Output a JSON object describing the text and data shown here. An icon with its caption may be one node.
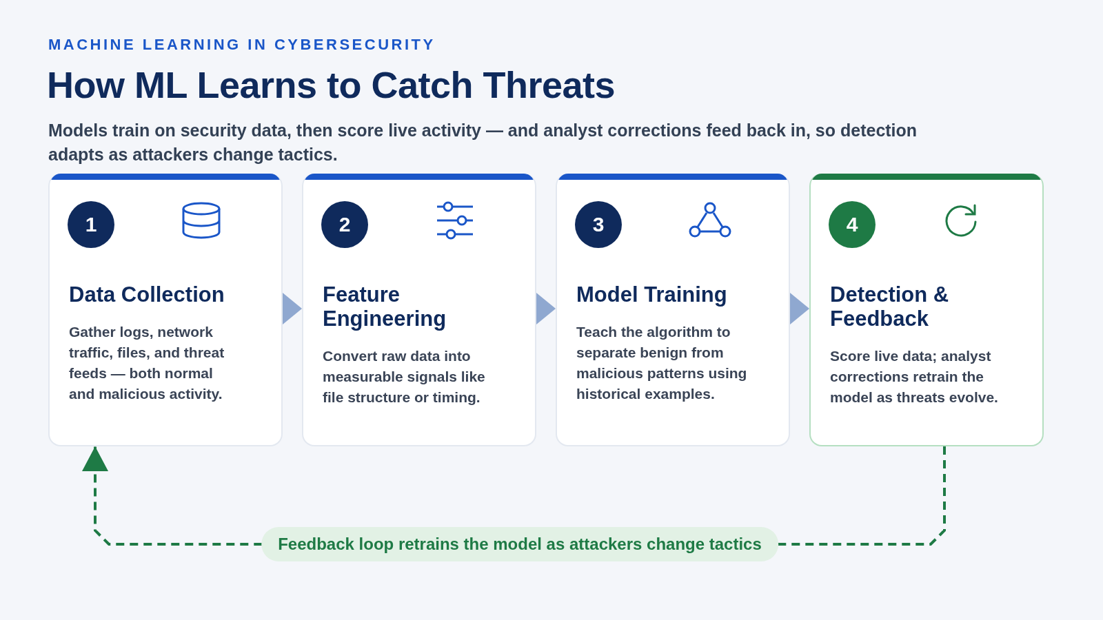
{
  "diagram": {
    "title": "How ML Learns to Catch Threats",
    "caption": "Models train on security data, then score live activity — and analyst corrections feed back in, so detection adapts as attackers change tactics.",
    "labels": [
      "MACHINE LEARNING IN CYBERSECURITY"
    ],
    "nodes": [
      {
        "text": [
          "Data Collection",
          "Gather logs, network traffic, files, and threat feeds — both normal and malicious activity."
        ]
      },
      {
        "text": [
          "1"
        ],
        "in": 0
      },
      {
        "text": [
          "Feature Engineering",
          "Convert raw data into measurable signals like file structure or timing."
        ]
      },
      {
        "text": [
          "2"
        ],
        "in": 2
      },
      {
        "text": [
          "Model Training",
          "Teach the algorithm to separate benign from malicious patterns using historical examples."
        ]
      },
      {
        "text": [
          "3"
        ],
        "in": 4
      },
      {
        "text": [
          "Detection & Feedback",
          "Score live data; analyst corrections retrain the model as threats evolve."
        ]
      },
      {
        "text": [
          "4"
        ],
        "in": 6
      }
    ],
    "edges": [
      {
        "from": 0,
        "to": 2,
        "arrow": "to"
      },
      {
        "from": 2,
        "to": 4,
        "arrow": "to"
      },
      {
        "from": 4,
        "to": 6,
        "arrow": "to"
      },
      {
        "from": 6,
        "to": 0,
        "arrow": "to",
        "style": "dashed",
        "color": "#1e7a45",
        "label": "Feedback loop retrains the model as attackers change tactics"
      }
    ]
  }
}
